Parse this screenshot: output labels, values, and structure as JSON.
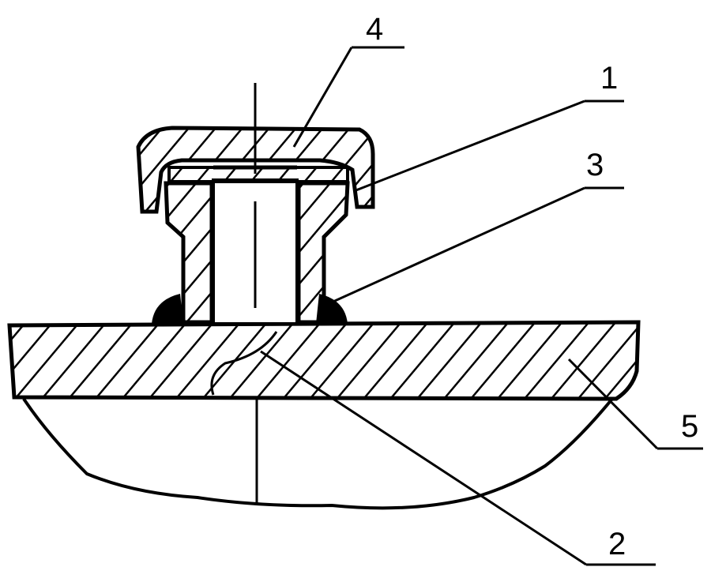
{
  "figure": {
    "ink_color": "#000000",
    "background_color": "#ffffff",
    "callouts": [
      {
        "id": "1",
        "label": "1"
      },
      {
        "id": "2",
        "label": "2"
      },
      {
        "id": "3",
        "label": "3"
      },
      {
        "id": "4",
        "label": "4"
      },
      {
        "id": "5",
        "label": "5"
      }
    ]
  }
}
